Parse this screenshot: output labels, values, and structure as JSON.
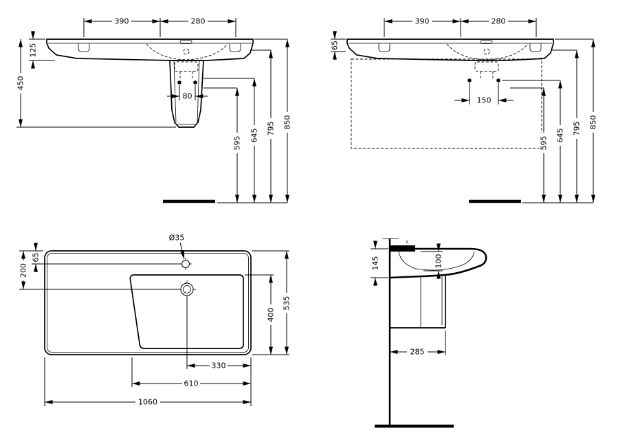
{
  "front_pedestal_view": {
    "width_left": "390",
    "width_right": "280",
    "rim_height": "125",
    "height_with_pedestal": "450",
    "hole_spacing": "80",
    "height_595": "595",
    "height_645": "645",
    "height_795": "795",
    "height_850": "850"
  },
  "front_furniture_view": {
    "width_left": "390",
    "width_right": "280",
    "rim_height": "65",
    "hole_spacing": "150",
    "height_595": "595",
    "height_645": "645",
    "height_795": "795",
    "height_850": "850"
  },
  "plan_view": {
    "taphole_diameter": "Ø35",
    "taphole_offset": "65",
    "drain_offset": "200",
    "bowl_depth": "400",
    "total_depth": "535",
    "drain_to_edge": "330",
    "bowl_width": "610",
    "total_width": "1060"
  },
  "side_view": {
    "front_edge_height": "145",
    "basin_depth": "100",
    "pedestal_depth": "285"
  }
}
